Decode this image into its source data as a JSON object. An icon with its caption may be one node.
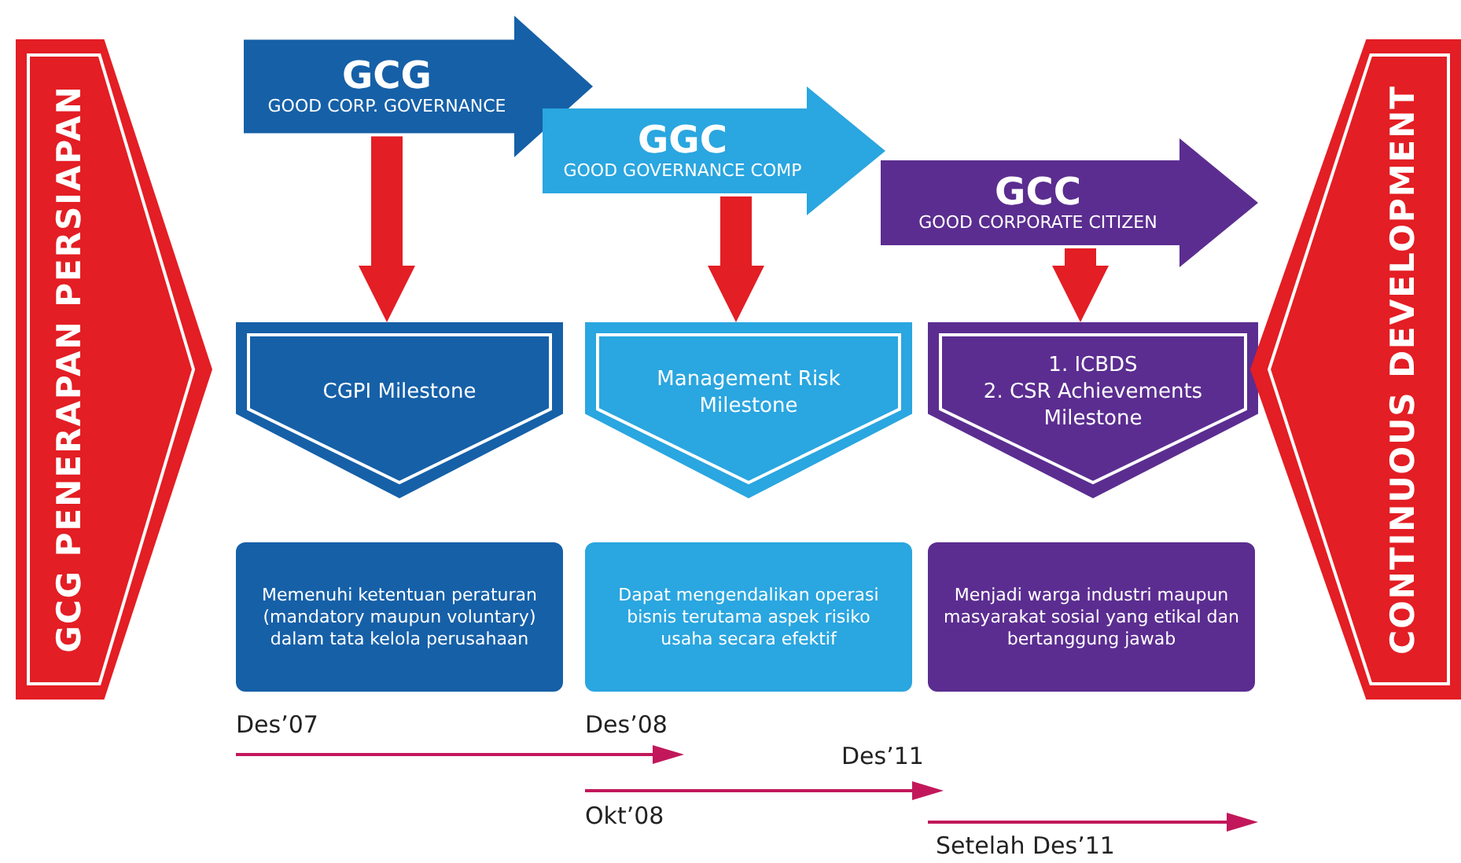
{
  "diagram": {
    "nodes": [
      {
        "text": [
          "GCG PENERAPAN PERSIAPAN"
        ]
      },
      {
        "text": [
          "GCG",
          "GOOD CORP. GOVERNANCE"
        ]
      },
      {
        "text": [
          "GGC",
          "GOOD GOVERNANCE COMP"
        ]
      },
      {
        "text": [
          "GCC",
          "GOOD CORPORATE CITIZEN"
        ]
      },
      {
        "text": [
          "CGPI Milestone"
        ]
      },
      {
        "text": [
          "Management Risk Milestone"
        ]
      },
      {
        "text": [
          "1. ICBDS",
          "2. CSR Achievements Milestone"
        ]
      },
      {
        "text": [
          "Memenuhi ketentuan peraturan (mandatory maupun voluntary) dalam tata kelola perusahaan"
        ]
      },
      {
        "text": [
          "Dapat mengendalikan operasi bisnis terutama aspek risiko usaha secara efektif"
        ]
      },
      {
        "text": [
          "Menjadi warga industri maupun masyarakat sosial yang etikal dan bertanggung jawab"
        ]
      },
      {
        "text": [
          "CONTINUOUS DEVELOPMENT"
        ]
      }
    ],
    "edges": [
      {
        "from": 1,
        "to": 4,
        "arrow": "to"
      },
      {
        "from": 2,
        "to": 5,
        "arrow": "to"
      },
      {
        "from": 3,
        "to": 6,
        "arrow": "to"
      }
    ],
    "labels": [
      "Des’07",
      "Des’08",
      "Des’11",
      "Okt’08",
      "Setelah Des’11"
    ]
  }
}
